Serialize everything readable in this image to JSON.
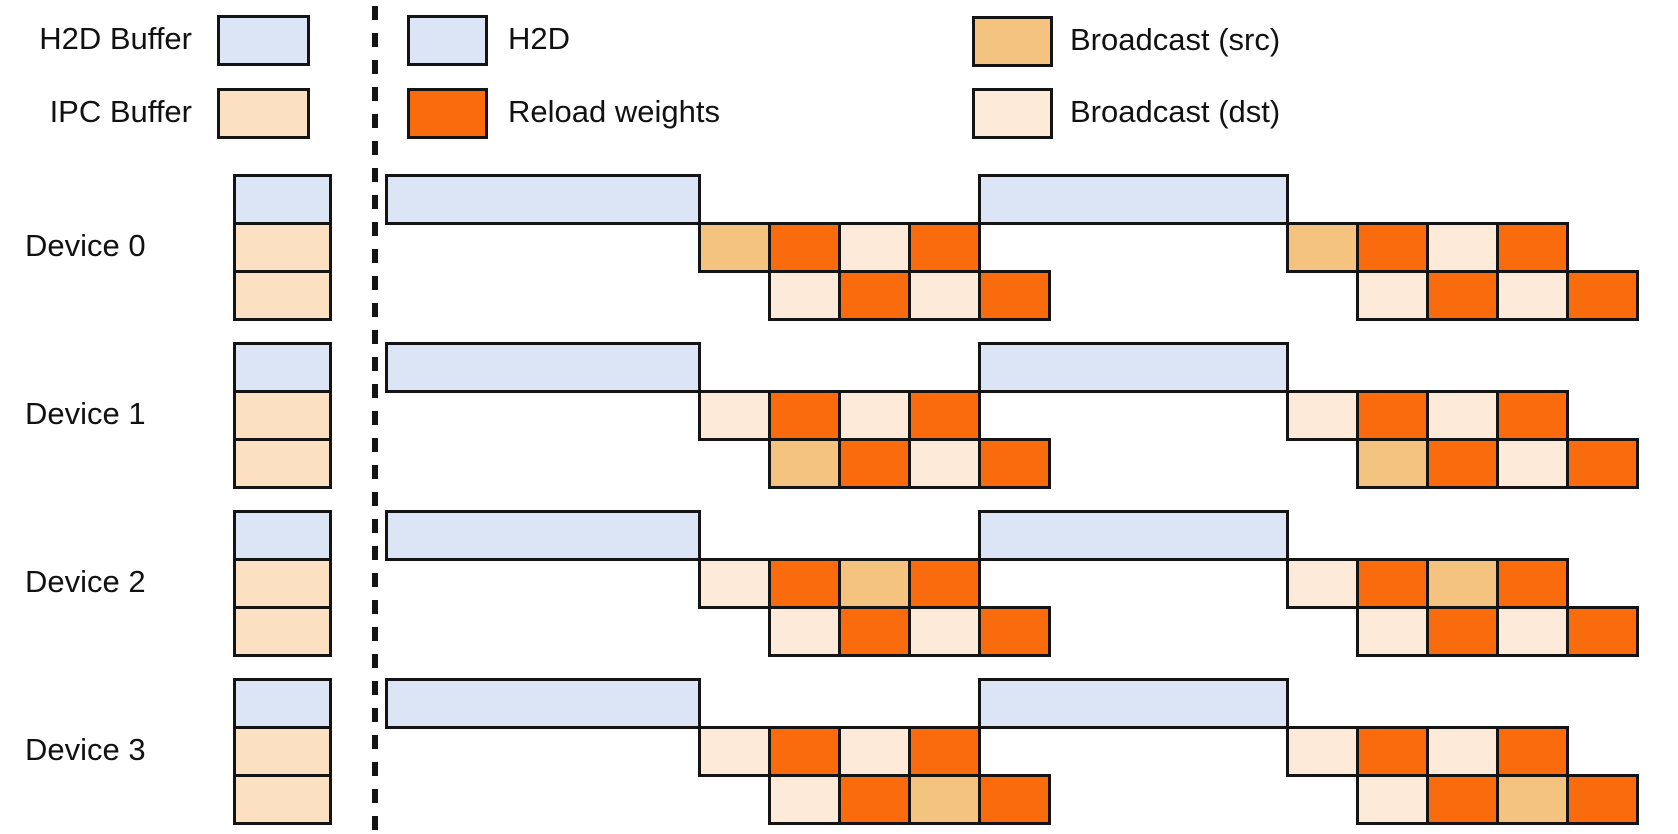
{
  "legend": {
    "buffers": [
      {
        "label": "H2D Buffer",
        "color": "h2d"
      },
      {
        "label": "IPC Buffer",
        "color": "ipc"
      }
    ],
    "activities": [
      {
        "label": "H2D",
        "color": "h2d"
      },
      {
        "label": "Reload weights",
        "color": "reload"
      }
    ],
    "broadcast": [
      {
        "label": "Broadcast (src)",
        "color": "src"
      },
      {
        "label": "Broadcast (dst)",
        "color": "dst"
      }
    ]
  },
  "colors": {
    "h2d": "#dbe5f6",
    "ipc": "#fce0c2",
    "reload": "#f96b0d",
    "src": "#f4c37f",
    "dst": "#fdead8",
    "border": "#141414"
  },
  "timeline": {
    "iterations_per_device": 2,
    "cells_per_buffer_row": 4
  },
  "devices": [
    {
      "label": "Device 0",
      "stack": [
        "h2d",
        "ipc",
        "ipc"
      ],
      "buffer1": [
        "src",
        "reload",
        "dst",
        "reload"
      ],
      "buffer2": [
        "dst",
        "reload",
        "dst",
        "reload"
      ]
    },
    {
      "label": "Device 1",
      "stack": [
        "h2d",
        "ipc",
        "ipc"
      ],
      "buffer1": [
        "dst",
        "reload",
        "dst",
        "reload"
      ],
      "buffer2": [
        "src",
        "reload",
        "dst",
        "reload"
      ]
    },
    {
      "label": "Device 2",
      "stack": [
        "h2d",
        "ipc",
        "ipc"
      ],
      "buffer1": [
        "dst",
        "reload",
        "src",
        "reload"
      ],
      "buffer2": [
        "dst",
        "reload",
        "dst",
        "reload"
      ]
    },
    {
      "label": "Device 3",
      "stack": [
        "h2d",
        "ipc",
        "ipc"
      ],
      "buffer1": [
        "dst",
        "reload",
        "dst",
        "reload"
      ],
      "buffer2": [
        "dst",
        "reload",
        "src",
        "reload"
      ]
    }
  ]
}
